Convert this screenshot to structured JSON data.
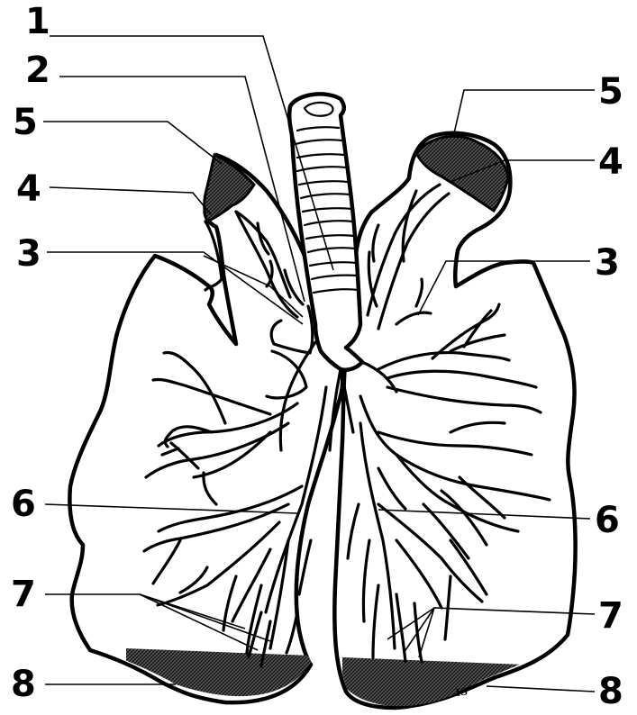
{
  "labels": {
    "l1": "1",
    "l2": "2",
    "l5_left": "5",
    "l4_left": "4",
    "l3_left": "3",
    "l6_left": "6",
    "l7_left": "7",
    "l8_left": "8",
    "l5_right": "5",
    "l4_right": "4",
    "l3_right": "3",
    "l6_right": "6",
    "l7_right": "7",
    "l8_right": "8"
  },
  "signature": "IS"
}
